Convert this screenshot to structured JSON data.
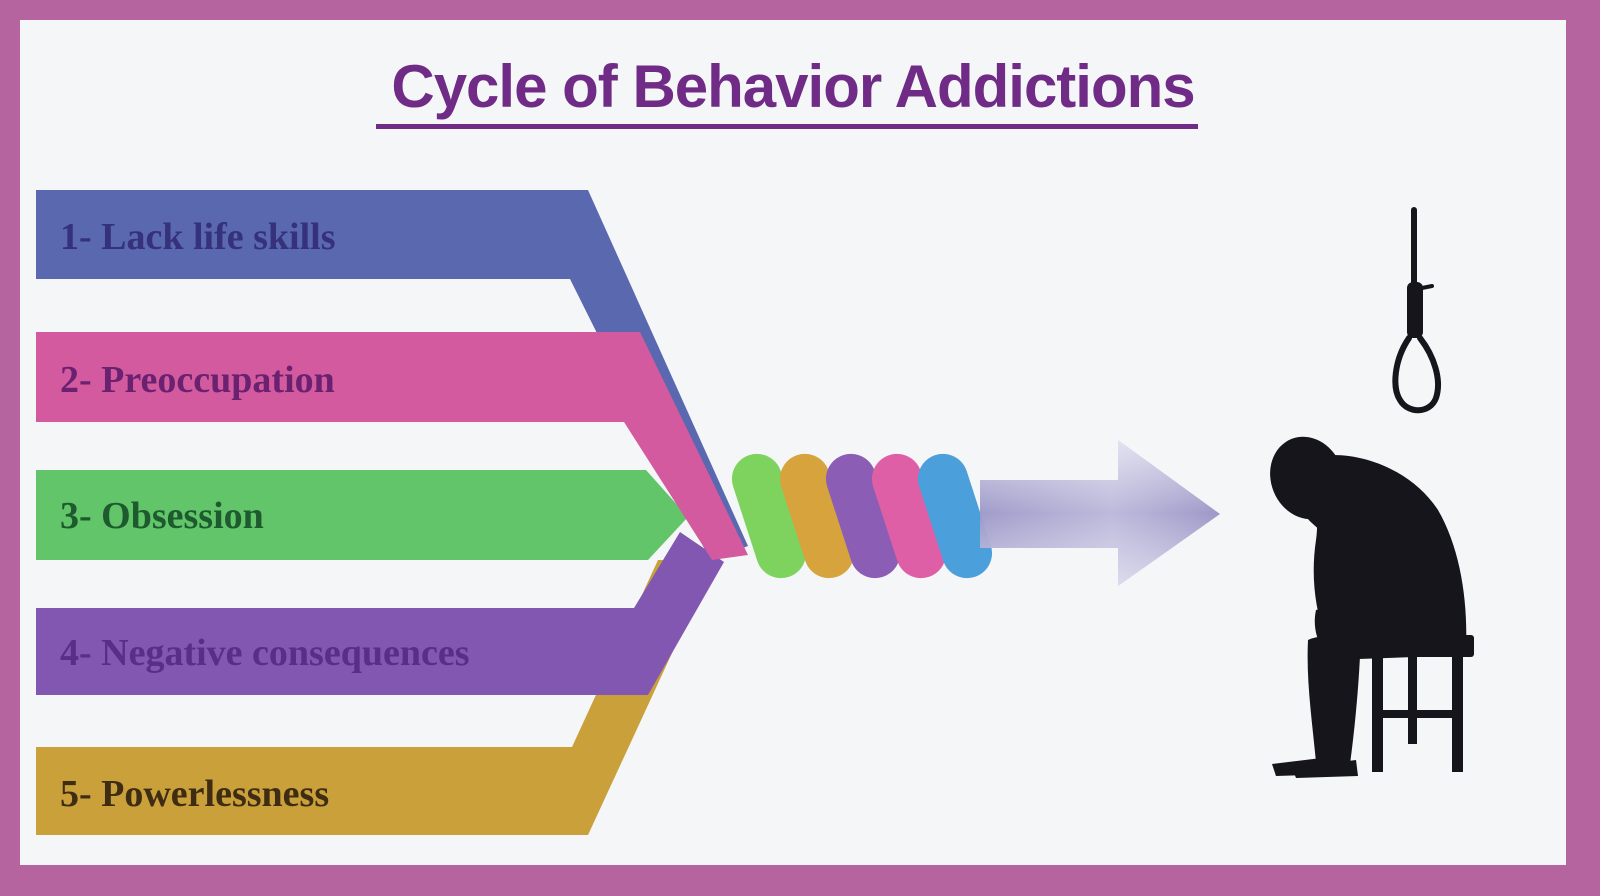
{
  "title": "Cycle of Behavior Addictions",
  "stages": [
    {
      "label": "1- Lack life skills",
      "fill": "#5a68b0",
      "text_color": "#35317a"
    },
    {
      "label": "2- Preoccupation",
      "fill": "#d45aa0",
      "text_color": "#6a2270"
    },
    {
      "label": "3- Obsession",
      "fill": "#62c56a",
      "text_color": "#1d5a2e"
    },
    {
      "label": "4- Negative consequences",
      "fill": "#8257b1",
      "text_color": "#5a2d86"
    },
    {
      "label": "5- Powerlessness",
      "fill": "#c9a03a",
      "text_color": "#3e2c13"
    }
  ],
  "colors": {
    "frame": "#b5649f",
    "background": "#f5f6f8",
    "title": "#6f2b86",
    "arrow": "#9c98c8",
    "silhouette": "#15151b"
  },
  "icons": [
    "noose-icon",
    "sad-person-silhouette-icon",
    "stool-icon"
  ]
}
